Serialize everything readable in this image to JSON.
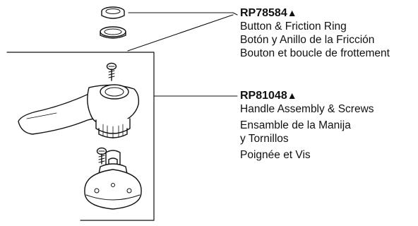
{
  "parts": [
    {
      "part_number": "RP78584",
      "mark": "▲",
      "descriptions": [
        "Button & Friction Ring",
        "Botón y Anillo de la Fricción",
        "Bouton et boucle de frottement"
      ]
    },
    {
      "part_number": "RP81048",
      "mark": "▲",
      "descriptions": [
        "Handle Assembly & Screws",
        "Ensamble de la Manija",
        "y Tornillos",
        "Poignée et Vis"
      ]
    }
  ],
  "colors": {
    "line": "#111111",
    "fill": "#ffffff"
  }
}
